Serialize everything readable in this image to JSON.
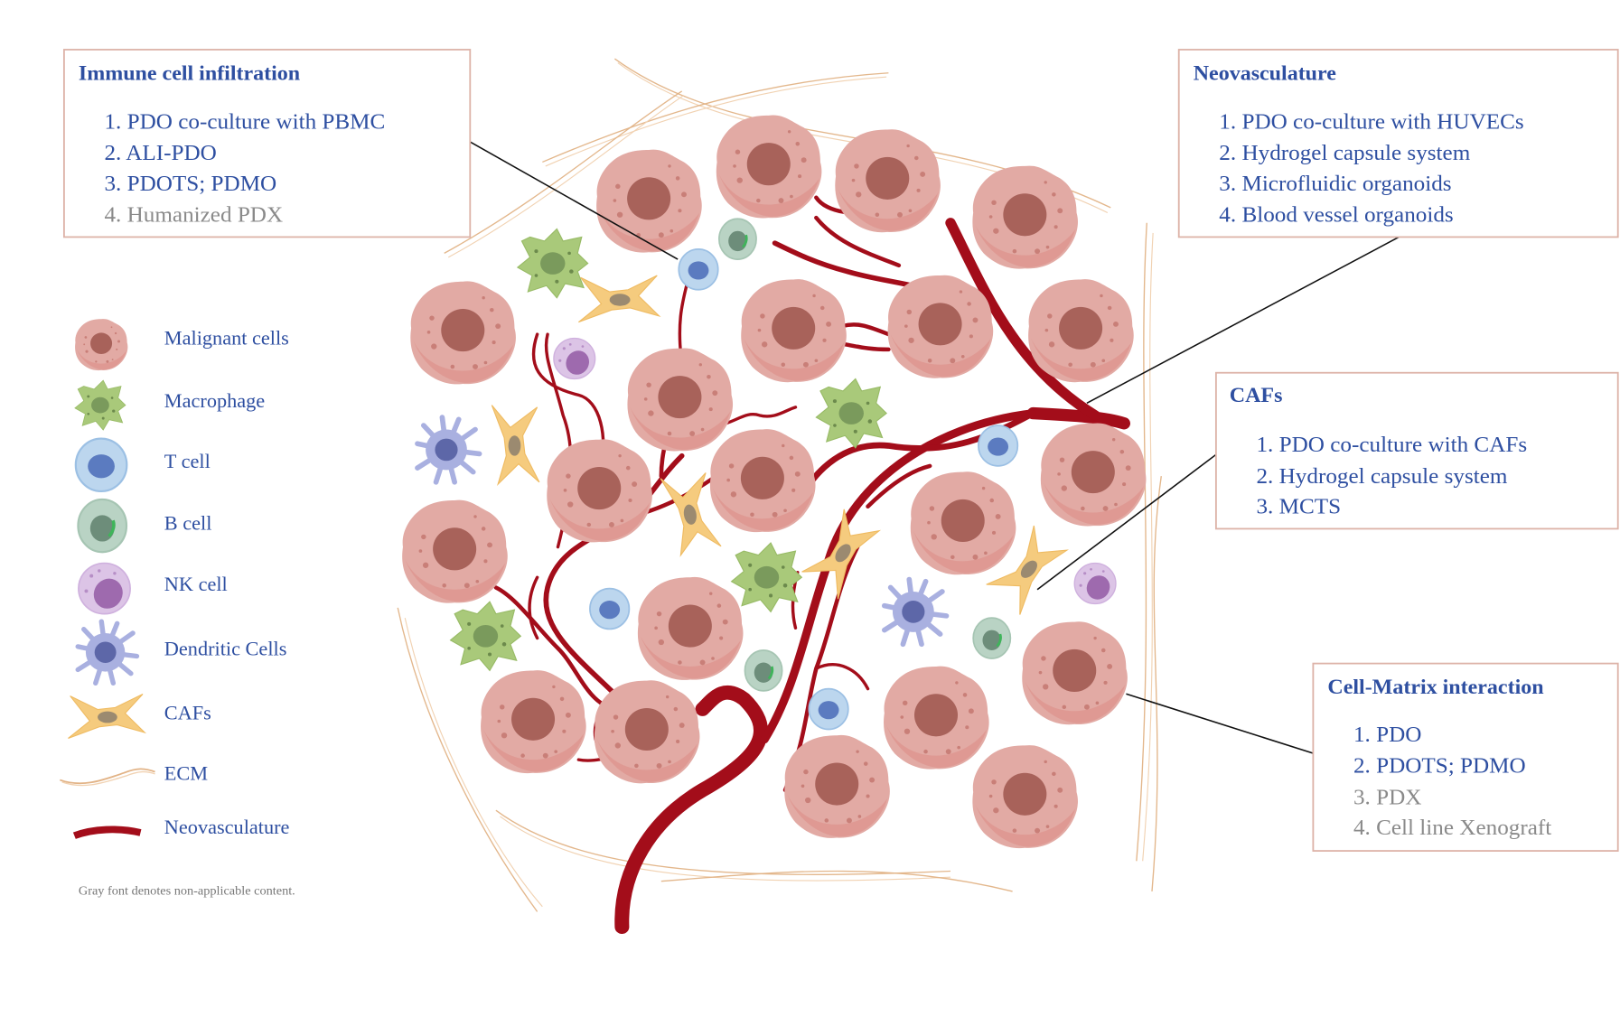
{
  "figure": {
    "boxes": [
      {
        "id": "immune",
        "title": "Immune cell infiltration",
        "items": [
          {
            "text": "1. PDO co-culture with PBMC",
            "applicable": true
          },
          {
            "text": "2. ALI-PDO",
            "applicable": true
          },
          {
            "text": "3. PDOTS; PDMO",
            "applicable": true
          },
          {
            "text": "4. Humanized PDX",
            "applicable": false
          }
        ]
      },
      {
        "id": "neovasculature",
        "title": "Neovasculature",
        "items": [
          {
            "text": "1. PDO co-culture with HUVECs",
            "applicable": true
          },
          {
            "text": "2. Hydrogel capsule system",
            "applicable": true
          },
          {
            "text": "3. Microfluidic organoids",
            "applicable": true
          },
          {
            "text": "4. Blood vessel organoids",
            "applicable": true
          }
        ]
      },
      {
        "id": "cafs",
        "title": "CAFs",
        "items": [
          {
            "text": "1. PDO co-culture with CAFs",
            "applicable": true
          },
          {
            "text": "2. Hydrogel capsule system",
            "applicable": true
          },
          {
            "text": "3. MCTS",
            "applicable": true
          }
        ]
      },
      {
        "id": "matrix",
        "title": "Cell-Matrix interaction",
        "items": [
          {
            "text": "1. PDO",
            "applicable": true
          },
          {
            "text": "2. PDOTS; PDMO",
            "applicable": true
          },
          {
            "text": "3. PDX",
            "applicable": false
          },
          {
            "text": "4. Cell line Xenograft",
            "applicable": false
          }
        ]
      }
    ],
    "legend": [
      {
        "icon": "malignant-cell-icon",
        "label": "Malignant cells"
      },
      {
        "icon": "macrophage-icon",
        "label": "Macrophage"
      },
      {
        "icon": "t-cell-icon",
        "label": "T cell"
      },
      {
        "icon": "b-cell-icon",
        "label": "B cell"
      },
      {
        "icon": "nk-cell-icon",
        "label": "NK cell"
      },
      {
        "icon": "dendritic-cell-icon",
        "label": "Dendritic Cells"
      },
      {
        "icon": "caf-icon",
        "label": "CAFs"
      },
      {
        "icon": "ecm-fiber-icon",
        "label": "ECM"
      },
      {
        "icon": "blood-vessel-icon",
        "label": "Neovasculature"
      }
    ],
    "footnote": "Gray font denotes non-applicable content.",
    "colors": {
      "text_applicable": "#2e4fa1",
      "text_non_applicable": "#8a8a8a",
      "box_border": "#ddb3a8",
      "vessel": "#a30d1a",
      "ecm": "#e2b386",
      "malignant_cell": "#e9aaa3",
      "malignant_nucleus": "#a8625a",
      "macrophage": "#a9c97a",
      "t_cell": "#bcd6ee",
      "b_cell": "#b9d3c4",
      "nk_cell": "#dcc4e6",
      "dendritic_cell": "#a9b0e0",
      "caf": "#f5cb7e"
    }
  }
}
